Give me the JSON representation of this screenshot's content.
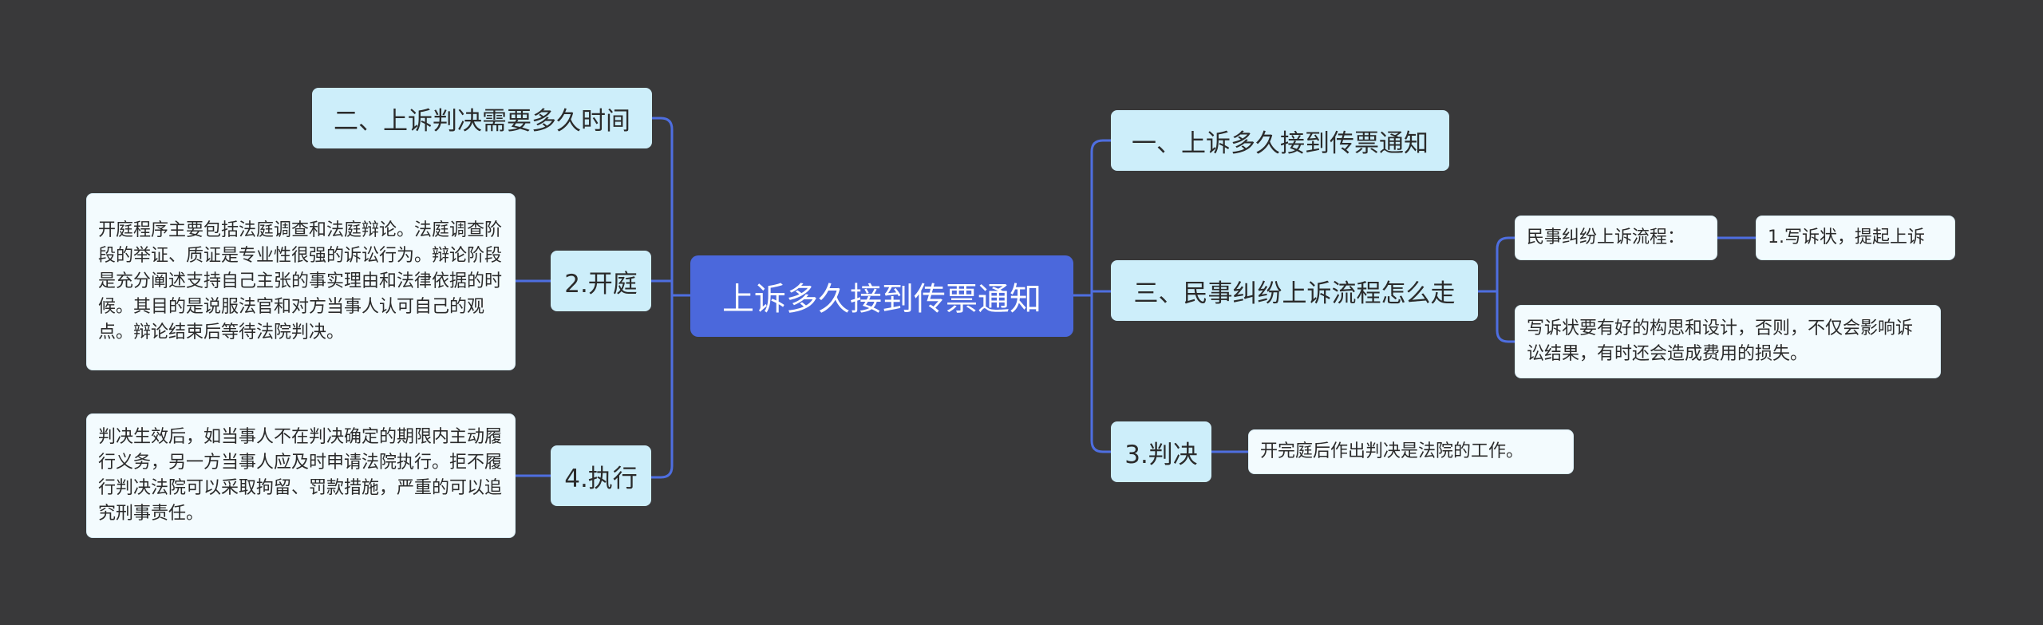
{
  "mindmap": {
    "root": "上诉多久接到传票通知",
    "left": [
      {
        "title": "二、上诉判决需要多久时间"
      },
      {
        "title": "2.开庭",
        "note": "开庭程序主要包括法庭调查和法庭辩论。法庭调查阶段的举证、质证是专业性很强的诉讼行为。辩论阶段是充分阐述支持自己主张的事实理由和法律依据的时候。其目的是说服法官和对方当事人认可自己的观点。辩论结束后等待法院判决。"
      },
      {
        "title": "4.执行",
        "note": "判决生效后，如当事人不在判决确定的期限内主动履行义务，另一方当事人应及时申请法院执行。拒不履行判决法院可以采取拘留、罚款措施，严重的可以追究刑事责任。"
      }
    ],
    "right": [
      {
        "title": "一、上诉多久接到传票通知"
      },
      {
        "title": "三、民事纠纷上诉流程怎么走",
        "children": [
          {
            "text": "民事纠纷上诉流程：",
            "child": "1.写诉状，提起上诉"
          },
          {
            "text": "写诉状要有好的构思和设计，否则，不仅会影响诉讼结果，有时还会造成费用的损失。"
          }
        ]
      },
      {
        "title": "3.判决",
        "note": "开完庭后作出判决是法院的工作。"
      }
    ]
  },
  "colors": {
    "background": "#39393a",
    "root": "#4b68dc",
    "branch": "#cdeefa",
    "leaf": "#f3fbfe",
    "connector": "#4e6ee0"
  }
}
